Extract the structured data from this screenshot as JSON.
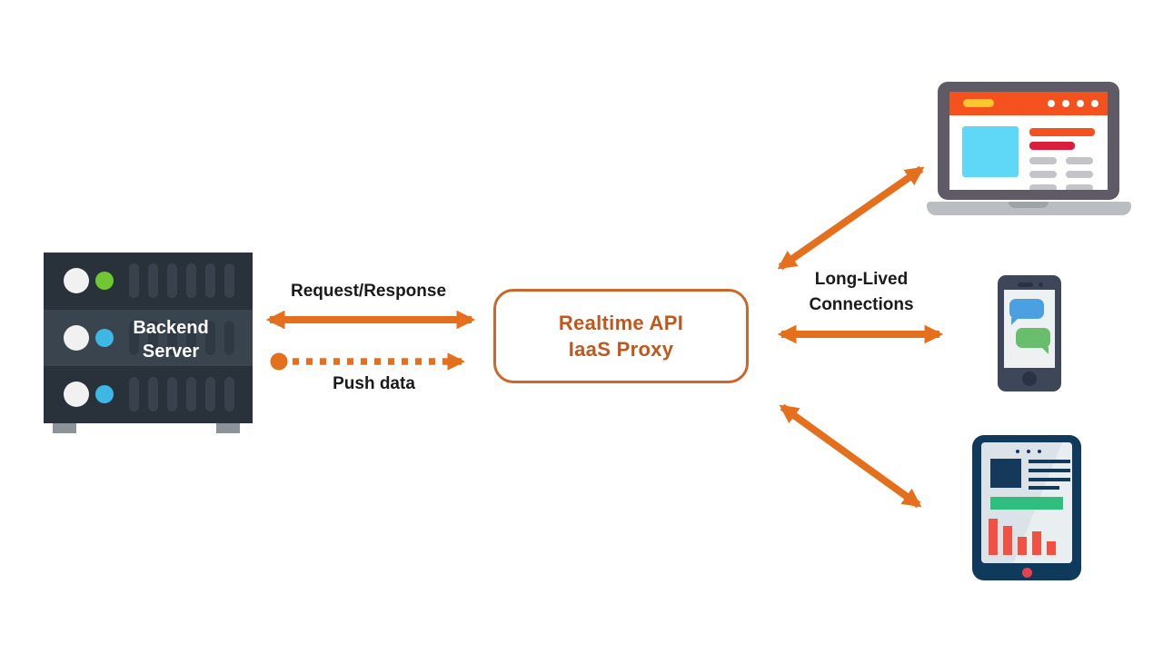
{
  "colors": {
    "arrow": "#E4701E",
    "proxy_border": "#C9682B",
    "proxy_text": "#C0571D",
    "label_text": "#1A1A1A"
  },
  "server": {
    "label": "Backend Server"
  },
  "proxy": {
    "line1": "Realtime API",
    "line2": "IaaS Proxy"
  },
  "labels": {
    "request_response": "Request/Response",
    "push_data": "Push data",
    "long_lived": "Long-Lived Connections"
  },
  "icons": {
    "server": "server-rack-icon",
    "laptop": "laptop-browser-icon",
    "phone": "smartphone-chat-icon",
    "tablet": "tablet-dashboard-icon"
  }
}
